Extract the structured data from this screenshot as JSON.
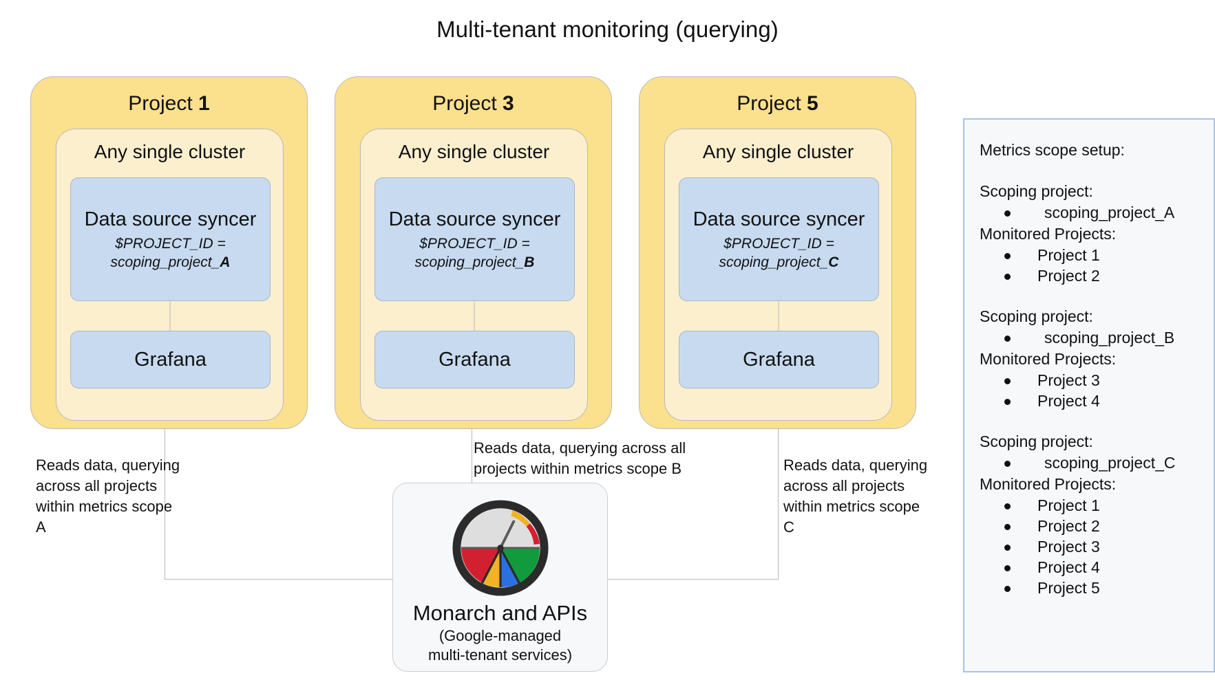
{
  "title": "Multi-tenant monitoring (querying)",
  "projects": [
    {
      "name_prefix": "Project ",
      "name_number": "1",
      "cluster_label": "Any single cluster",
      "syncer": {
        "name": "Data source syncer",
        "var_line": "$PROJECT_ID =",
        "value_prefix": "scoping_project_",
        "value_suffix": "A"
      },
      "grafana_label": "Grafana"
    },
    {
      "name_prefix": "Project ",
      "name_number": "3",
      "cluster_label": "Any single cluster",
      "syncer": {
        "name": "Data source syncer",
        "var_line": "$PROJECT_ID =",
        "value_prefix": "scoping_project_",
        "value_suffix": "B"
      },
      "grafana_label": "Grafana"
    },
    {
      "name_prefix": "Project ",
      "name_number": "5",
      "cluster_label": "Any single cluster",
      "syncer": {
        "name": "Data source syncer",
        "var_line": "$PROJECT_ID =",
        "value_prefix": "scoping_project_",
        "value_suffix": "C"
      },
      "grafana_label": "Grafana"
    }
  ],
  "notes": {
    "a": "Reads data, querying across all projects within metrics scope A",
    "b": "Reads data, querying across all projects within metrics scope B",
    "c": "Reads data, querying across all projects within metrics scope C"
  },
  "monarch": {
    "logo_icon": "monarch-gauge-icon",
    "title": "Monarch and APIs",
    "subtitle_line1": "(Google-managed",
    "subtitle_line2": "multi-tenant services)"
  },
  "scope_panel": {
    "heading": "Metrics scope setup:",
    "groups": [
      {
        "scoping_label": "Scoping project:",
        "scoping_projects": [
          "scoping_project_A"
        ],
        "monitored_label": "Monitored Projects:",
        "monitored_projects": [
          "Project 1",
          "Project 2"
        ]
      },
      {
        "scoping_label": "Scoping project:",
        "scoping_projects": [
          "scoping_project_B"
        ],
        "monitored_label": "Monitored Projects:",
        "monitored_projects": [
          "Project 3",
          "Project 4"
        ]
      },
      {
        "scoping_label": "Scoping project:",
        "scoping_projects": [
          "scoping_project_C"
        ],
        "monitored_label": "Monitored Projects:",
        "monitored_projects": [
          "Project 1",
          "Project 2",
          "Project 3",
          "Project 4",
          "Project 5"
        ]
      }
    ]
  },
  "colors": {
    "project_card": "#FBE08D",
    "cluster_card": "#FCEFCE",
    "service_box": "#C7DAF0",
    "panel_bg": "#F7F8FA",
    "panel_border": "#A9C3E4",
    "line": "#B9B9B9",
    "logo_red": "#D32030",
    "logo_yellow": "#F0B323",
    "logo_blue": "#2B6FE0",
    "logo_green": "#119B3C",
    "logo_dark": "#2B2B2B",
    "logo_gray": "#DEDEDE"
  }
}
